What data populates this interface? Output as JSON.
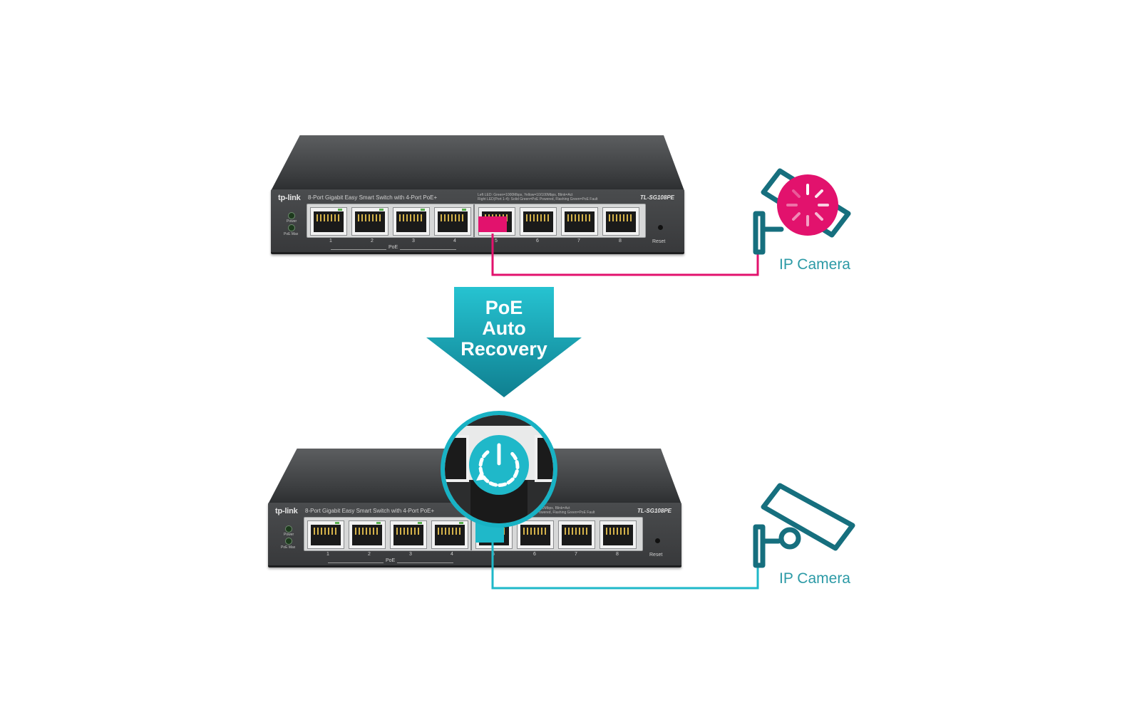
{
  "switch": {
    "brand": "tp-link",
    "description": "8-Port Gigabit Easy Smart Switch with 4-Port PoE+",
    "model": "TL-SG108PE",
    "led_note_line1": "Left LED: Green=1000Mbps, Yellow=10/100Mbps, Blink=Act",
    "led_note_line2": "Right LED(Port 1-4): Solid Green=PoE Powered, Flashing Green=PoE Fault",
    "led_power": "Power",
    "led_poe_max": "PoE Max",
    "ports": [
      "1",
      "2",
      "3",
      "4",
      "5",
      "6",
      "7",
      "8"
    ],
    "poe_group_label": "PoE",
    "reset_label": "Reset"
  },
  "arrow": {
    "line1": "PoE",
    "line2": "Auto",
    "line3": "Recovery"
  },
  "top_camera": {
    "label": "IP Camera"
  },
  "bottom_camera": {
    "label": "IP Camera"
  },
  "colors": {
    "fault": "#e2126d",
    "recovered": "#1fb8c9",
    "arrow": "#1a9fb1",
    "label": "#2c9aa6"
  },
  "icons": {
    "fault_indicator": "loading-spinner-icon",
    "recovery_indicator": "power-restart-icon",
    "camera": "security-camera-icon"
  }
}
